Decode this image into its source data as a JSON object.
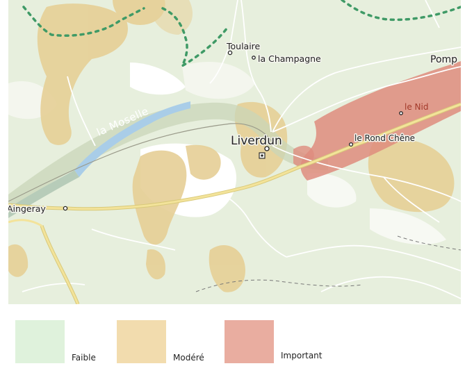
{
  "map": {
    "places": [
      {
        "name": "Toulaire"
      },
      {
        "name": "la Champagne"
      },
      {
        "name": "Pomp"
      },
      {
        "name": "Liverdun"
      },
      {
        "name": "le Nid"
      },
      {
        "name": "le Rond Chêne"
      },
      {
        "name": "Aingeray"
      }
    ],
    "river": {
      "name": "la Moselle"
    }
  },
  "legend": {
    "items": [
      {
        "label": "Faible",
        "color": "#dff2dc"
      },
      {
        "label": "Modéré",
        "color": "#f2dcae"
      },
      {
        "label": "Important",
        "color": "#e9ada0"
      }
    ]
  },
  "colors": {
    "land": "#e7efdd",
    "forest": "#d9e6cb",
    "water": "#a9cde8",
    "road_major": "#f3e39a",
    "risk_moderate": "#e6cf96",
    "risk_high": "#de8c7e",
    "boundary": "#3f9a66"
  }
}
